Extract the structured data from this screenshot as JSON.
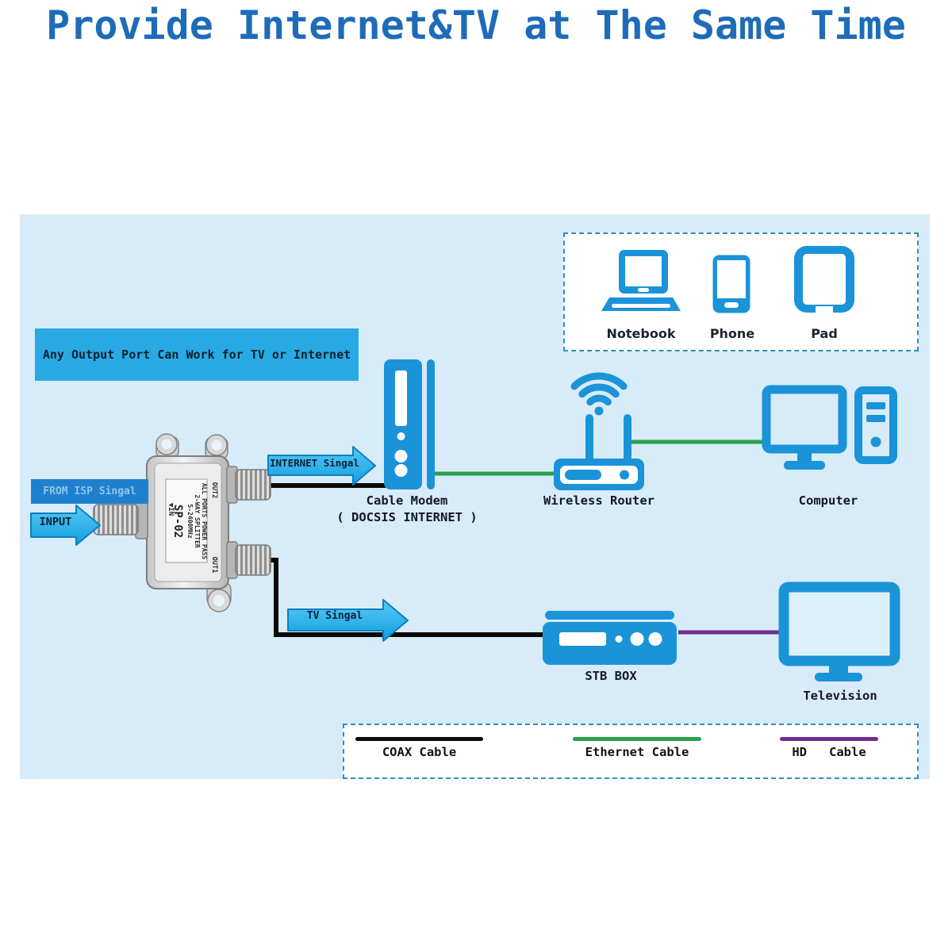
{
  "title": "Provide Internet&TV at The Same Time",
  "banner": {
    "text": "Any Output Port Can Work for TV or Internet"
  },
  "devices_box": {
    "notebook_label": "Notebook",
    "phone_label": "Phone",
    "pad_label": "Pad"
  },
  "splitter": {
    "in_mark": "▼IN",
    "model": "SP-02",
    "freq": "5-2400MHz",
    "type": "2-WAY SPLITTER",
    "power": "ALL PORTS POWER PASS",
    "out2": "OUT2",
    "out1": "OUT1"
  },
  "arrows": {
    "from_isp": "FROM ISP Singal",
    "input": "INPUT",
    "internet": "INTERNET Singal",
    "tv": "TV Singal"
  },
  "nodes": {
    "cable_modem": {
      "label": "Cable Modem",
      "sublabel": "( DOCSIS INTERNET )"
    },
    "wireless_router": {
      "label": "Wireless Router"
    },
    "computer": {
      "label": "Computer"
    },
    "stb_box": {
      "label": "STB BOX"
    },
    "television": {
      "label": "Television"
    }
  },
  "legend": {
    "items": [
      {
        "label": "COAX Cable",
        "color": "#0a0a0a"
      },
      {
        "label": "Ethernet Cable",
        "color": "#28a24c"
      },
      {
        "label": "HD   Cable",
        "color": "#6d2d90"
      }
    ]
  },
  "colors": {
    "title_blue": "#1e6cb8",
    "icon_blue": "#1b93d8",
    "banner_blue": "#29a9e4",
    "isp_banner_blue": "#1f80d0",
    "background_light_blue": "#d7ecf8",
    "coax_black": "#0a0a0a",
    "ethernet_green": "#28a24c",
    "hd_purple": "#6d2d90",
    "dashed_border": "#2f8fbf"
  }
}
